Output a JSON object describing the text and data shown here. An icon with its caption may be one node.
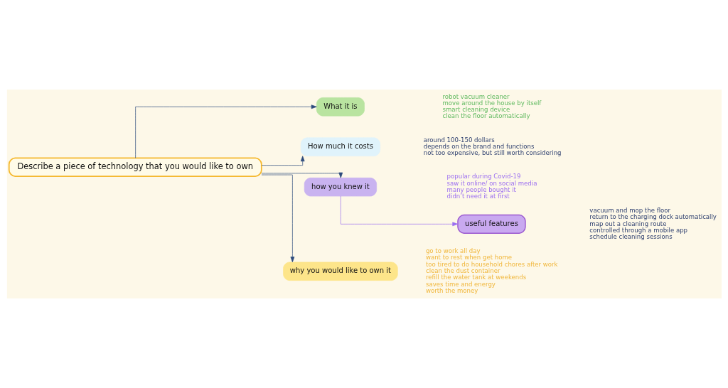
{
  "diagram": {
    "nodes": [
      {
        "text": [
          "Describe a piece of technology that you would like to own"
        ]
      },
      {
        "text": [
          "What it is"
        ],
        "beside": [
          "robot vacuum cleaner",
          "move around the house by itself",
          "smart cleaning device",
          "clean the floor automatically"
        ]
      },
      {
        "text": [
          "How much it costs"
        ],
        "beside": [
          "around 100-150 dollars",
          "depends on the brand and functions",
          "not too expensive, but still worth considering"
        ]
      },
      {
        "text": [
          "how you knew it"
        ],
        "beside": [
          "popular during Covid-19",
          "saw it online/ on social media",
          "many people bought it",
          "didn’t need it at first"
        ]
      },
      {
        "text": [
          "useful features"
        ],
        "beside": [
          "vacuum and mop the floor",
          "return to the charging dock automatically",
          "map out a cleaning route",
          "controlled through a mobile app",
          "schedule cleaning sessions"
        ]
      },
      {
        "text": [
          "why you would like to own it"
        ],
        "beside": [
          "go to work all day",
          "want to rest when get home",
          "too tired to do household chores after work",
          "clean the dust container",
          "refill the water tank at weekends",
          "saves time and energy",
          "worth the money"
        ]
      }
    ],
    "edges": [
      {
        "from": 0,
        "to": 1,
        "arrow": "to"
      },
      {
        "from": 0,
        "to": 2,
        "arrow": "to"
      },
      {
        "from": 0,
        "to": 3,
        "arrow": "to"
      },
      {
        "from": 0,
        "to": 5,
        "arrow": "to"
      },
      {
        "from": 3,
        "to": 4,
        "arrow": "to",
        "color": "#9b6ef0"
      }
    ]
  }
}
